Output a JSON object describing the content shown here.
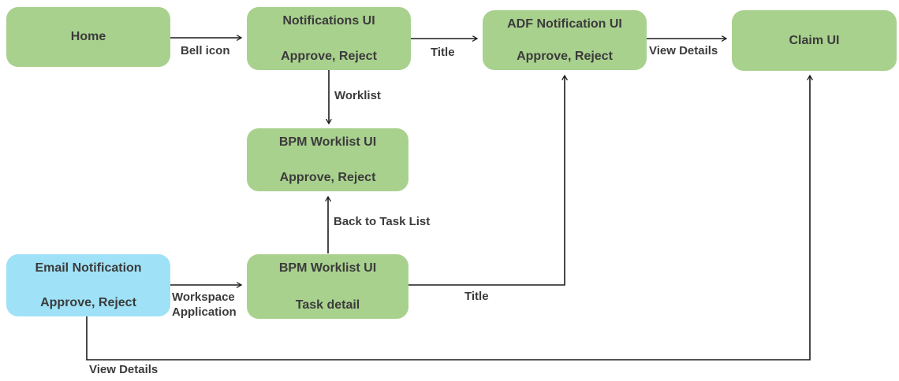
{
  "diagram": {
    "type": "flowchart",
    "colors": {
      "node_fill_green": "#a9d18e",
      "node_fill_blue": "#9fe2f7",
      "text": "#3b3b3b",
      "line": "#1b1b1b",
      "background": "#ffffff"
    },
    "nodes": {
      "home": {
        "title": "Home"
      },
      "notifications_ui": {
        "title": "Notifications UI",
        "subtitle": "Approve, Reject"
      },
      "adf_notification_ui": {
        "title": "ADF Notification UI",
        "subtitle": "Approve, Reject"
      },
      "claim_ui": {
        "title": "Claim UI"
      },
      "bpm_worklist_approve": {
        "title": "BPM Worklist UI",
        "subtitle": "Approve, Reject"
      },
      "email_notification": {
        "title": "Email Notification",
        "subtitle": "Approve, Reject"
      },
      "bpm_worklist_task": {
        "title": "BPM Worklist UI",
        "subtitle": "Task detail"
      }
    },
    "edges": {
      "home_to_notifications": {
        "label": "Bell icon",
        "from": "home",
        "to": "notifications_ui"
      },
      "notifications_to_adf": {
        "label": "Title",
        "from": "notifications_ui",
        "to": "adf_notification_ui"
      },
      "adf_to_claim": {
        "label": "View Details",
        "from": "adf_notification_ui",
        "to": "claim_ui"
      },
      "notifications_to_bpm_worklist": {
        "label": "Worklist",
        "from": "notifications_ui",
        "to": "bpm_worklist_approve"
      },
      "task_detail_to_bpm_worklist": {
        "label": "Back to Task List",
        "from": "bpm_worklist_task",
        "to": "bpm_worklist_approve"
      },
      "email_to_task_detail": {
        "label": "Workspace\nApplication",
        "from": "email_notification",
        "to": "bpm_worklist_task"
      },
      "task_detail_to_adf": {
        "label": "Title",
        "from": "bpm_worklist_task",
        "to": "adf_notification_ui"
      },
      "email_to_claim": {
        "label": "View Details",
        "from": "email_notification",
        "to": "claim_ui"
      }
    }
  }
}
